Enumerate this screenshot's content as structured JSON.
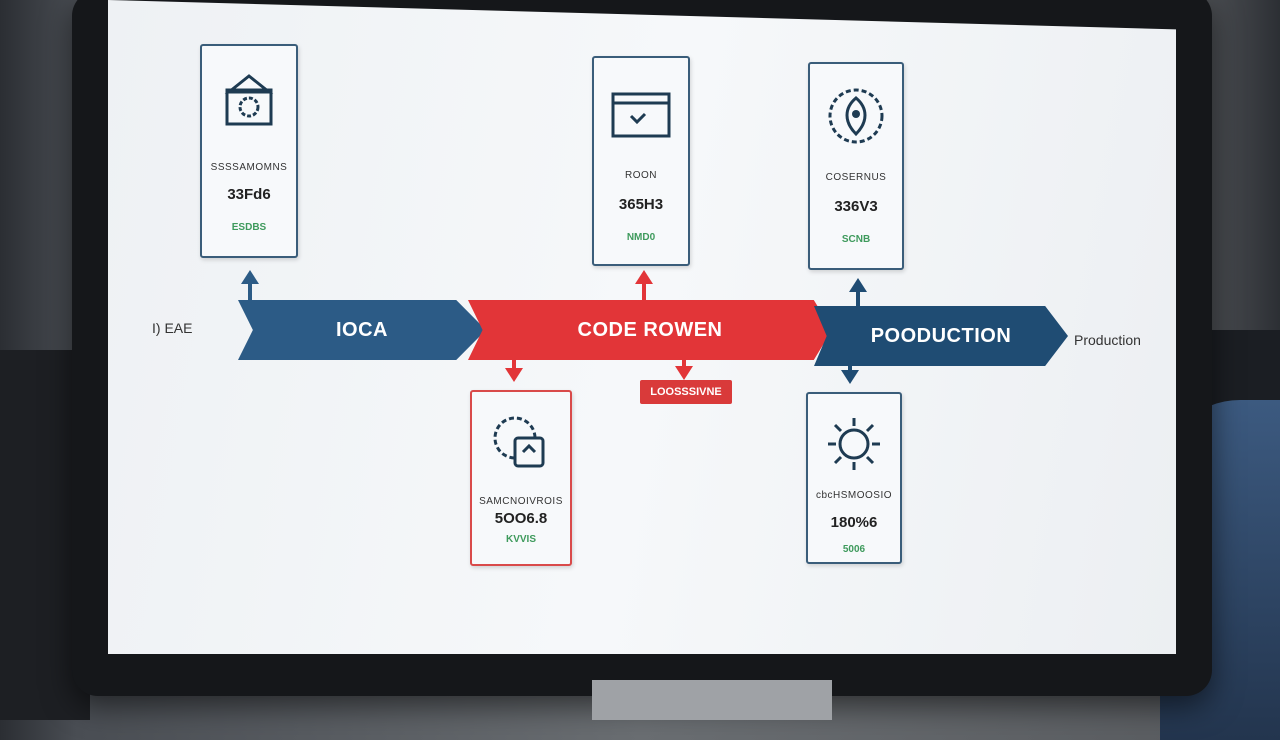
{
  "flow": {
    "left_label": "I) EAE",
    "right_label": "Production",
    "stages": [
      {
        "label": "IOCA",
        "color": "#2c5b86"
      },
      {
        "label": "CODE ROWEN",
        "color": "#e23538"
      },
      {
        "label": "POODUCTION",
        "color": "#1f4c73"
      }
    ],
    "badge": "LOOSSSIVNE"
  },
  "cards": [
    {
      "title": "SSSSAMOMNS",
      "value": "33Fd6",
      "status": "ESDBS",
      "icon": "network-gear-icon"
    },
    {
      "title": "ROON",
      "value": "365H3",
      "status": "NMD0",
      "icon": "window-code-icon"
    },
    {
      "title": "COSERNUS",
      "value": "336V3",
      "status": "SCNB",
      "icon": "rocket-gear-icon"
    },
    {
      "title": "SAMCNOIVROIS",
      "value": "5OO6.8",
      "status": "KVVIS",
      "icon": "sync-gear-icon"
    },
    {
      "title": "cbcHSMOOSIO",
      "value": "180%6",
      "status": "5006",
      "icon": "sun-gear-icon"
    }
  ],
  "colors": {
    "blue": "#2c5b86",
    "red": "#e23538",
    "green": "#3e9a5c"
  }
}
